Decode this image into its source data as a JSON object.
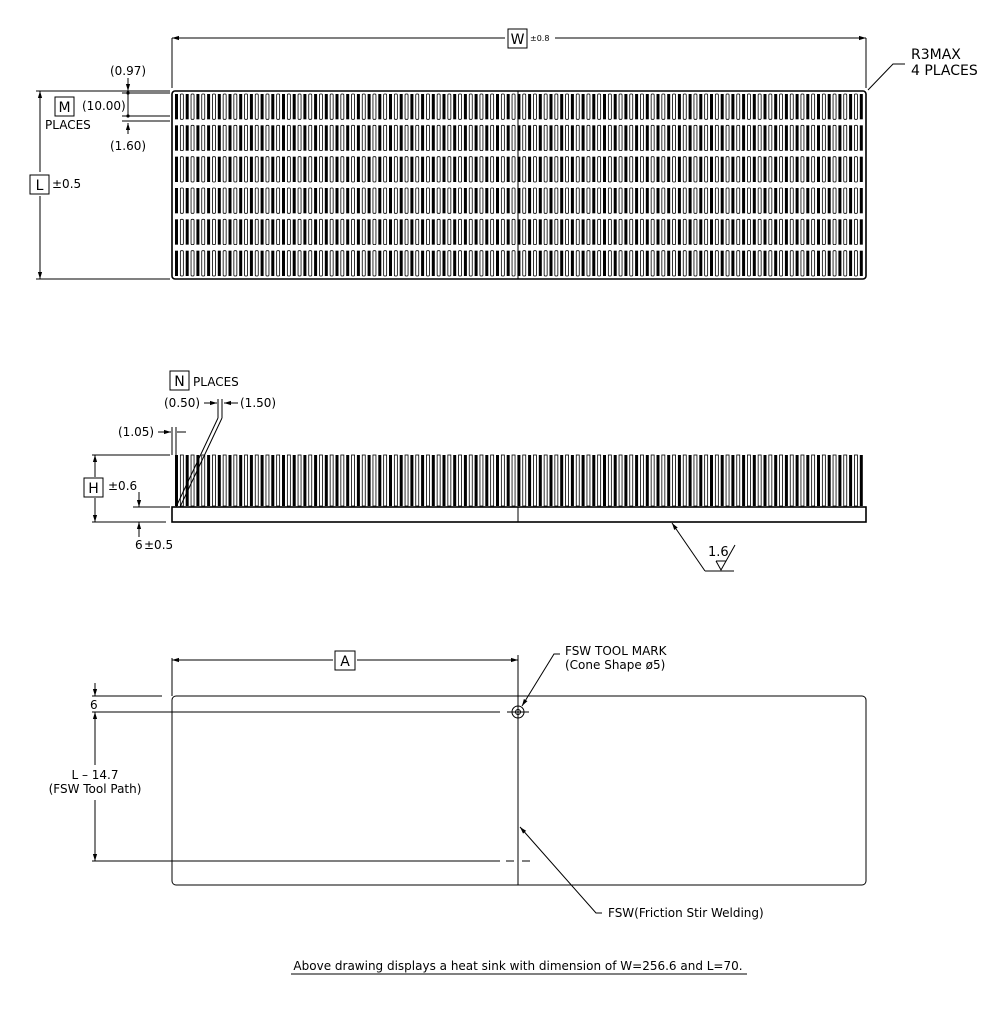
{
  "top_view": {
    "width_label": "W",
    "width_tol": "±0.8",
    "corner_note_line1": "R3MAX",
    "corner_note_line2": "4 PLACES",
    "gap_top": "(0.97)",
    "row_pitch": "(10.00)",
    "row_gap": "(1.60)",
    "rows_label": "M",
    "rows_places": "PLACES",
    "length_label": "L",
    "length_tol": "±0.5",
    "row_count": 6
  },
  "side_view": {
    "fins_label": "N",
    "fins_places": "PLACES",
    "fin_gap": "(0.50)",
    "fin_thickness": "(1.50)",
    "edge_offset": "(1.05)",
    "height_label": "H",
    "height_tol": "±0.6",
    "base_thickness": "6",
    "base_tol": "±0.5",
    "surface_finish": "1.6"
  },
  "bottom_view": {
    "half_width_label": "A",
    "tool_mark_line1": "FSW TOOL MARK",
    "tool_mark_line2": "(Cone Shape ø5)",
    "edge_offset": "6",
    "tool_path_line1": "L – 14.7",
    "tool_path_line2": "(FSW Tool Path)",
    "weld_note": "FSW(Friction Stir Welding)"
  },
  "caption": "Above drawing displays a heat sink with dimension of W=256.6 and L=70."
}
